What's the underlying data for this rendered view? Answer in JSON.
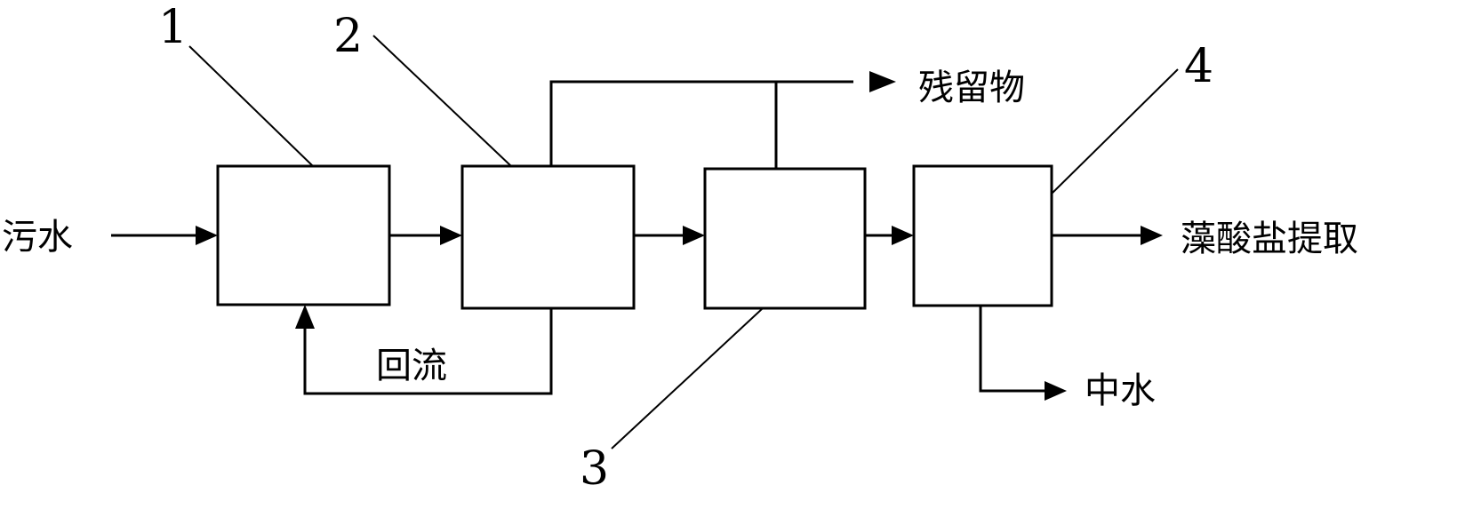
{
  "diagram": {
    "callouts": {
      "one": "1",
      "two": "2",
      "three": "3",
      "four": "4"
    },
    "labels": {
      "input": "污水",
      "recycle": "回流",
      "residue": "残留物",
      "product": "藻酸盐提取",
      "reclaimed_water": "中水"
    }
  }
}
